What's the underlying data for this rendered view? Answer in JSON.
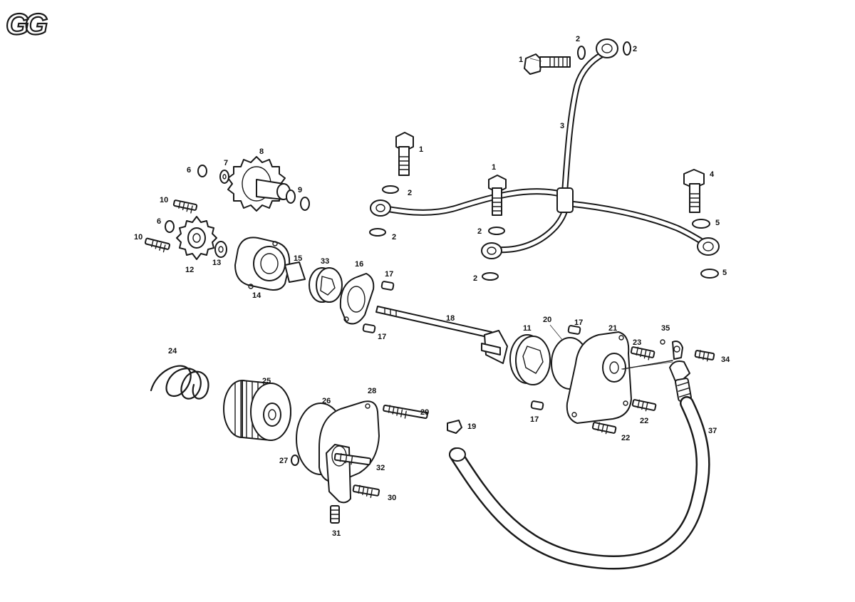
{
  "logo": {
    "text": "GG"
  },
  "colors": {
    "line": "#1a1a1a",
    "background": "#ffffff"
  },
  "callouts": [
    {
      "id": "c1a",
      "label": "1"
    },
    {
      "id": "c2a",
      "label": "2"
    },
    {
      "id": "c2b",
      "label": "2"
    },
    {
      "id": "c3",
      "label": "3"
    },
    {
      "id": "c1b",
      "label": "1"
    },
    {
      "id": "c2c",
      "label": "2"
    },
    {
      "id": "c1c",
      "label": "1"
    },
    {
      "id": "c2d",
      "label": "2"
    },
    {
      "id": "c2e",
      "label": "2"
    },
    {
      "id": "c2f",
      "label": "2"
    },
    {
      "id": "c4",
      "label": "4"
    },
    {
      "id": "c5a",
      "label": "5"
    },
    {
      "id": "c5b",
      "label": "5"
    },
    {
      "id": "c6a",
      "label": "6"
    },
    {
      "id": "c7",
      "label": "7"
    },
    {
      "id": "c8",
      "label": "8"
    },
    {
      "id": "c9",
      "label": "9"
    },
    {
      "id": "c10a",
      "label": "10"
    },
    {
      "id": "c6b",
      "label": "6"
    },
    {
      "id": "c10b",
      "label": "10"
    },
    {
      "id": "c12",
      "label": "12"
    },
    {
      "id": "c13",
      "label": "13"
    },
    {
      "id": "c14",
      "label": "14"
    },
    {
      "id": "c15",
      "label": "15"
    },
    {
      "id": "c33",
      "label": "33"
    },
    {
      "id": "c16",
      "label": "16"
    },
    {
      "id": "c17a",
      "label": "17"
    },
    {
      "id": "c17b",
      "label": "17"
    },
    {
      "id": "c18",
      "label": "18"
    },
    {
      "id": "c11",
      "label": "11"
    },
    {
      "id": "c20",
      "label": "20"
    },
    {
      "id": "c17c",
      "label": "17"
    },
    {
      "id": "c21",
      "label": "21"
    },
    {
      "id": "c35",
      "label": "35"
    },
    {
      "id": "c23",
      "label": "23"
    },
    {
      "id": "c34",
      "label": "34"
    },
    {
      "id": "c17d",
      "label": "17"
    },
    {
      "id": "c22a",
      "label": "22"
    },
    {
      "id": "c22b",
      "label": "22"
    },
    {
      "id": "c37",
      "label": "37"
    },
    {
      "id": "c24",
      "label": "24"
    },
    {
      "id": "c25",
      "label": "25"
    },
    {
      "id": "c26",
      "label": "26"
    },
    {
      "id": "c28",
      "label": "28"
    },
    {
      "id": "c29",
      "label": "29"
    },
    {
      "id": "c19",
      "label": "19"
    },
    {
      "id": "c27",
      "label": "27"
    },
    {
      "id": "c32",
      "label": "32"
    },
    {
      "id": "c30",
      "label": "30"
    },
    {
      "id": "c31",
      "label": "31"
    }
  ]
}
